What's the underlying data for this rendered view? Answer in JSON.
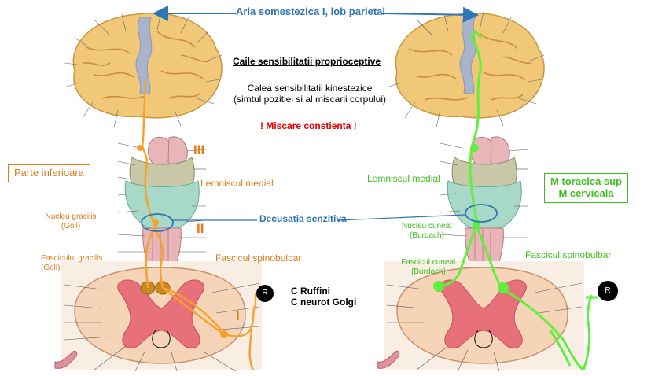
{
  "title": "Aria somestezica I, lob parietal",
  "heading": "Caile sensibilitatii proprioceptive",
  "subtitle_line1": "Calea sensibilitatii  kinestezice",
  "subtitle_line2": "(simtul pozitiei si al miscarii corpului)",
  "warning": "! Miscare constienta !",
  "left": {
    "region_box": "Parte inferioara",
    "lemniscus": "Lemniscul medial",
    "nucleus_line1": "Nucleu gracilis",
    "nucleus_line2": "(Goll)",
    "fasciculus_line1": "Fasciculul gracilis",
    "fasciculus_line2": "(Goll)",
    "tract": "Fascicul spinobulbar",
    "neuron_III": "III",
    "neuron_II": "II",
    "neuron_I": "I",
    "receptor_badge": "R",
    "receptor_line1": "C Ruffini",
    "receptor_line2": "C neurot Golgi"
  },
  "center": {
    "decussation": "Decusatia senzitiva"
  },
  "right": {
    "region_box_line1": "M toracica sup",
    "region_box_line2": "M cervicala",
    "lemniscus": "Lemniscul medial",
    "nucleus_line1": "Nucleu cuneat",
    "nucleus_line2": "(Burdach)",
    "fasciculus_line1": "Fascicul cuneat",
    "fasciculus_line2": "(Burdach)",
    "tract": "Fascicul spinobulbar",
    "receptor_badge": "R"
  },
  "colors": {
    "accent_blue": "#2e75b6",
    "pathway_orange": "#f5a12a",
    "pathway_green": "#5ef03c",
    "warning_red": "#e00000",
    "brain": "#f0c878",
    "cortex_area": "#a9b4cc",
    "brainstem_pink": "#e8b5b8",
    "brainstem_green": "#a8d8c8",
    "spinal_grey": "#e8707a",
    "spinal_white": "#f6d4b8"
  }
}
